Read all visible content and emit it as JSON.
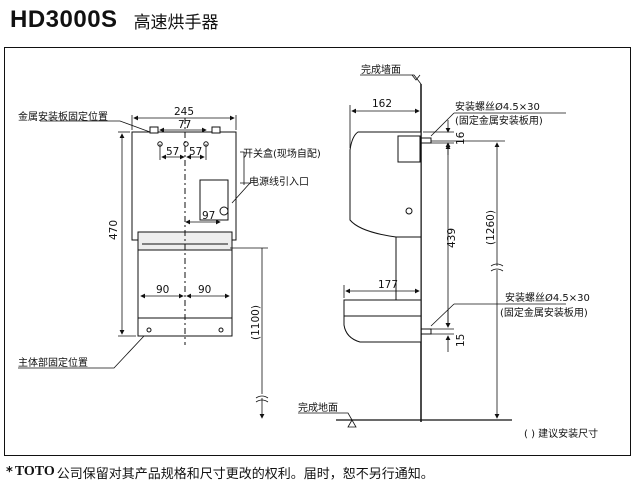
{
  "header": {
    "model": "HD3000S",
    "name": "高速烘手器"
  },
  "labels": {
    "plate_position": "金属安装板固定位置",
    "switch_box": "开关盒(现场自配)",
    "power_inlet": "电源线引入口",
    "body_fix_position": "主体部固定位置",
    "finished_wall": "完成墙面",
    "finished_floor": "完成地面",
    "screw_top_1": "安装螺丝Ø4.5×30",
    "screw_top_2": "(固定金属安装板用)",
    "screw_bottom_1": "安装螺丝Ø4.5×30",
    "screw_bottom_2": "(固定金属安装板用)",
    "legend": "( ) 建议安装尺寸"
  },
  "dimensions": {
    "width_245": "245",
    "d_77": "77",
    "d_57a": "57",
    "d_57b": "57",
    "d_97": "97",
    "h_470": "470",
    "d_90a": "90",
    "d_90b": "90",
    "h_1100": "(1100)",
    "d_162": "162",
    "d_177": "177",
    "d_16": "16",
    "d_439": "439",
    "d_15": "15",
    "h_1260": "(1260)"
  },
  "footer": {
    "star": "*",
    "brand": "TOTO",
    "text": "公司保留对其产品规格和尺寸更改的权利。届时，恕不另行通知。"
  }
}
